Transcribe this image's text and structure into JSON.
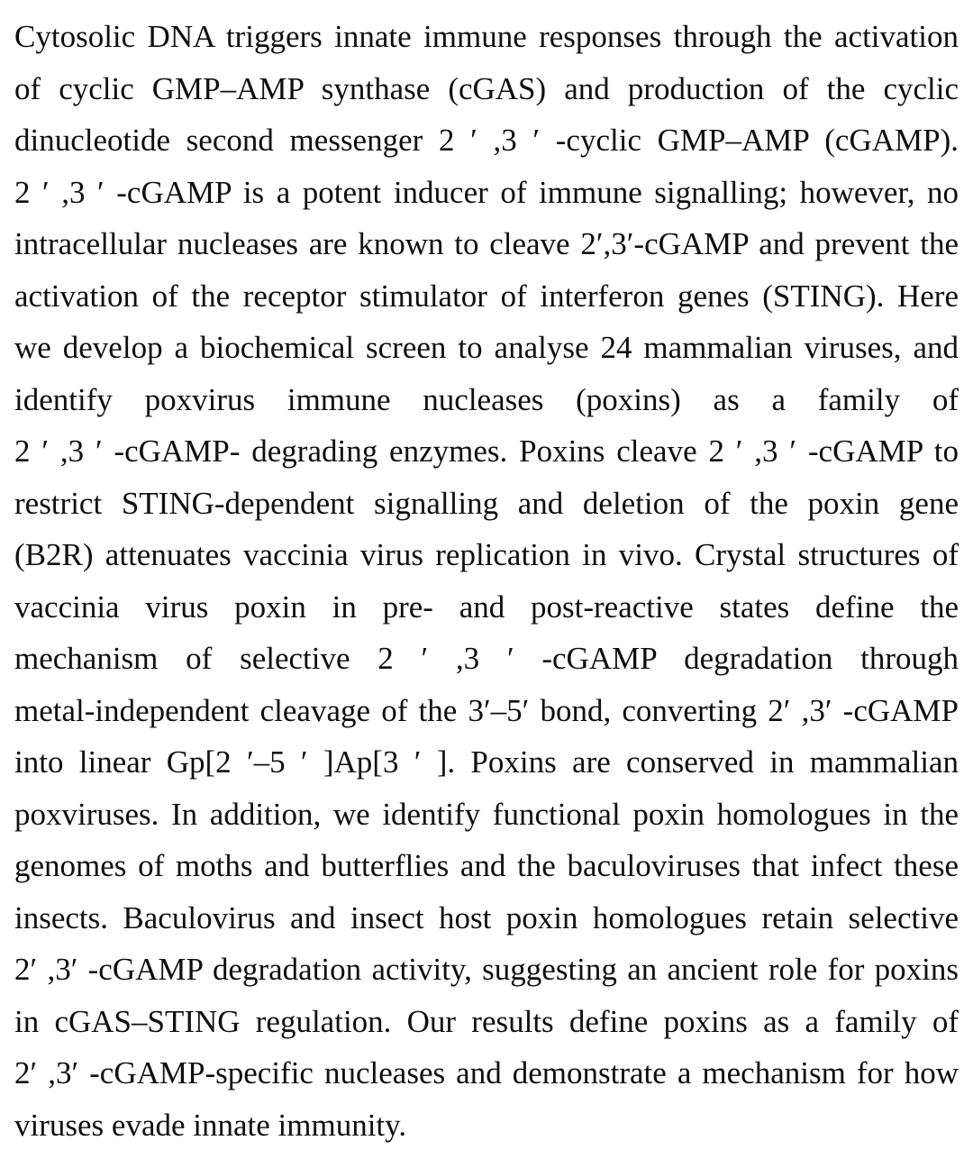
{
  "page": {
    "background_color": "#ffffff",
    "text_color": "#0f0f0f"
  },
  "abstract": {
    "lines": [
      "Cytosolic DNA triggers innate immune responses through the activation",
      "of cyclic GMP–AMP synthase (cGAS) and production of the cyclic",
      "dinucleotide second messenger 2 ′ ,3 ′ -cyclic GMP–AMP (cGAMP).",
      "2 ′ ,3 ′ -cGAMP is a potent inducer of immune signalling; however, no",
      "intracellular nucleases are known to cleave 2′,3′-cGAMP and prevent the",
      "activation of the receptor stimulator of interferon genes (STING). Here",
      "we develop a biochemical screen to analyse 24 mammalian viruses, and",
      "identify poxvirus immune nucleases (poxins) as a family of",
      "2 ′ ,3 ′ -cGAMP- degrading enzymes. Poxins cleave 2 ′ ,3 ′ -cGAMP to",
      "restrict STING-dependent signalling and deletion of the poxin gene",
      "(B2R) attenuates vaccinia virus replication in vivo. Crystal structures of",
      "vaccinia virus poxin in pre- and post-reactive states define the",
      "mechanism of selective 2 ′ ,3 ′ -cGAMP degradation through",
      "metal-independent cleavage of the 3′–5′ bond, converting 2′ ,3′ -cGAMP",
      "into linear Gp[2 ′–5 ′ ]Ap[3 ′ ]. Poxins are conserved in mammalian",
      "poxviruses. In addition, we identify functional poxin homologues in the",
      "genomes of moths and butterflies and the baculoviruses that infect these",
      "insects. Baculovirus and insect host poxin homologues retain selective",
      "2′ ,3′ -cGAMP degradation activity, suggesting an ancient role for poxins",
      "in cGAS–STING regulation. Our results define poxins as a family of",
      "2′ ,3′ -cGAMP-specific nucleases and demonstrate a mechanism for how",
      "viruses evade innate immunity."
    ]
  }
}
